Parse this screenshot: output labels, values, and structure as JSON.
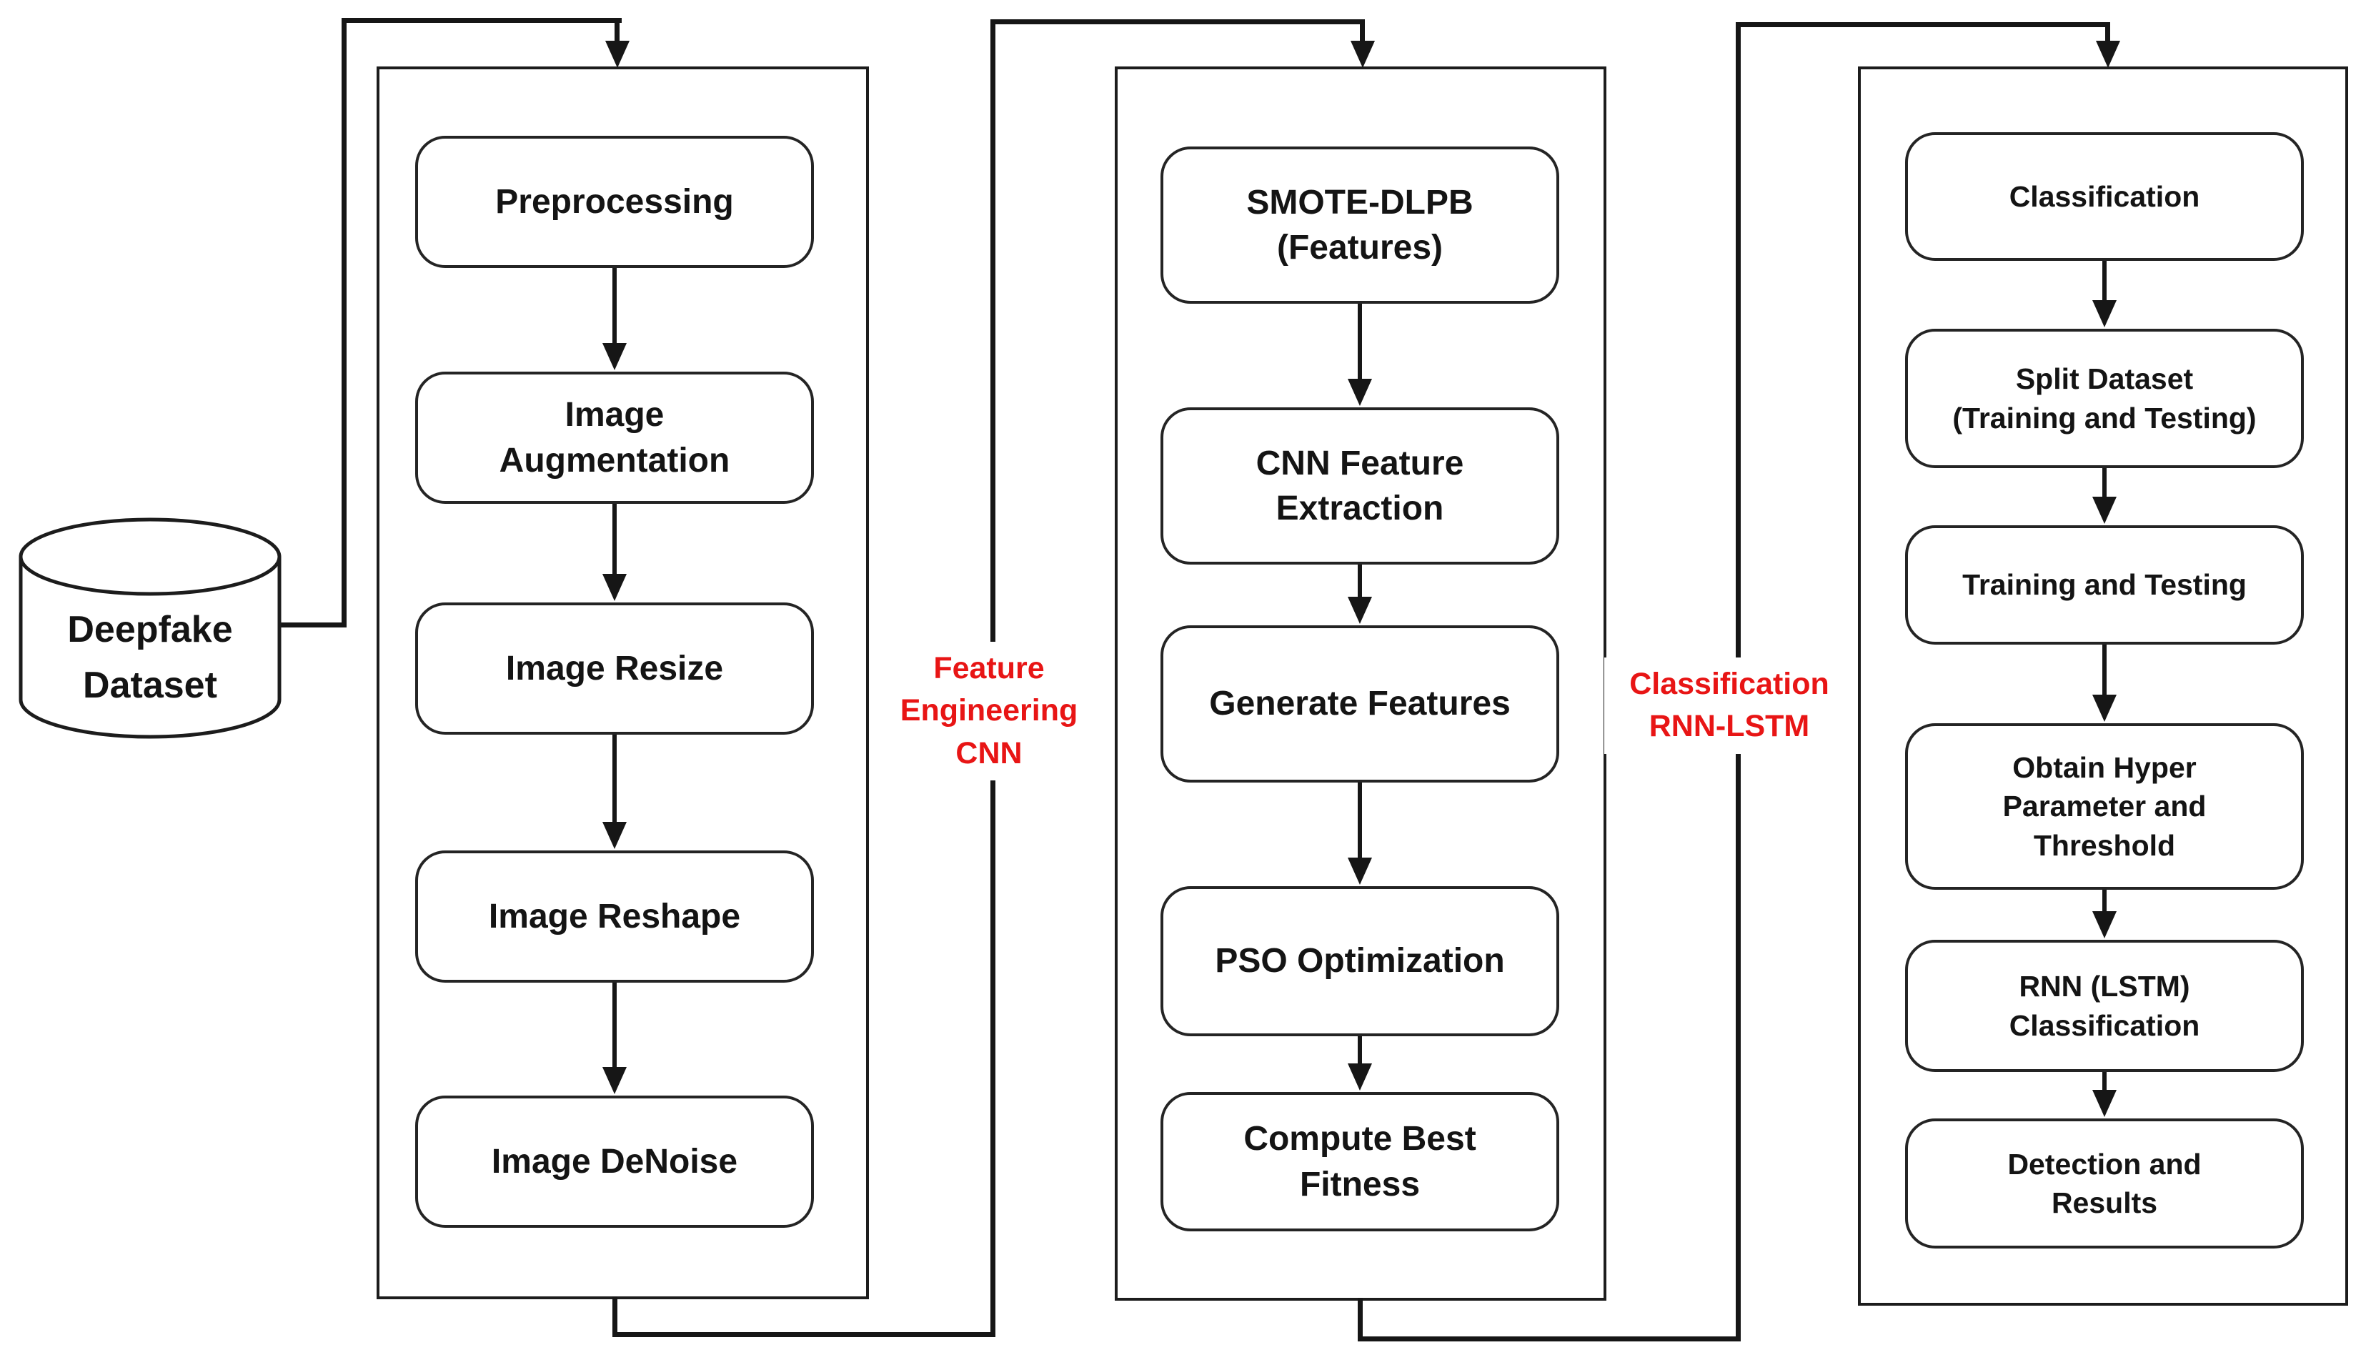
{
  "figure": {
    "dataset": {
      "lines": [
        "Deepfake",
        "Dataset"
      ]
    },
    "stage_labels": [
      {
        "id": "feature-engineering-cnn",
        "lines": [
          "Feature",
          "Engineering",
          "CNN"
        ]
      },
      {
        "id": "classification-rnn-lstm",
        "lines": [
          "Classification",
          "RNN-LSTM"
        ]
      }
    ],
    "columns": [
      {
        "name": "preprocessing",
        "boxes": [
          {
            "lines": [
              "Preprocessing"
            ]
          },
          {
            "lines": [
              "Image",
              "Augmentation"
            ]
          },
          {
            "lines": [
              "Image Resize"
            ]
          },
          {
            "lines": [
              "Image Reshape"
            ]
          },
          {
            "lines": [
              "Image DeNoise"
            ]
          }
        ]
      },
      {
        "name": "feature-engineering",
        "boxes": [
          {
            "lines": [
              "SMOTE-DLPB",
              "(Features)"
            ]
          },
          {
            "lines": [
              "CNN Feature",
              "Extraction"
            ]
          },
          {
            "lines": [
              "Generate Features"
            ]
          },
          {
            "lines": [
              "PSO Optimization"
            ]
          },
          {
            "lines": [
              "Compute Best",
              "Fitness"
            ]
          }
        ]
      },
      {
        "name": "classification",
        "boxes": [
          {
            "lines": [
              "Classification"
            ]
          },
          {
            "lines": [
              "Split Dataset",
              "(Training and Testing)"
            ]
          },
          {
            "lines": [
              "Training and Testing"
            ]
          },
          {
            "lines": [
              "Obtain Hyper",
              "Parameter and",
              "Threshold"
            ]
          },
          {
            "lines": [
              "RNN (LSTM)",
              "Classification"
            ]
          },
          {
            "lines": [
              "Detection and",
              "Results"
            ]
          }
        ]
      }
    ],
    "palette": {
      "accent_red": "#e81515",
      "ink": "#161616",
      "background": "#ffffff"
    }
  }
}
